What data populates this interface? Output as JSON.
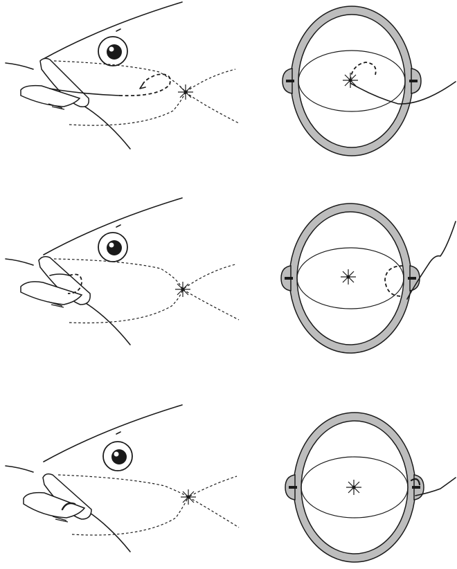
{
  "figure": {
    "panels": [
      {
        "label": "",
        "hook_position": "in-throat",
        "line_side": "right"
      },
      {
        "label": "",
        "hook_position": "mouth-corner",
        "line_side": "right"
      },
      {
        "label": "",
        "hook_position": "jaw-hinge",
        "line_side": "right"
      }
    ],
    "colors": {
      "ink": "#1a1a1a",
      "shell_fill": "#bdbdbd",
      "background": "#ffffff"
    },
    "icons": [
      "fish-head-icon",
      "eye-icon",
      "star-marker-icon",
      "mouth-ring-icon",
      "hook-icon"
    ]
  }
}
